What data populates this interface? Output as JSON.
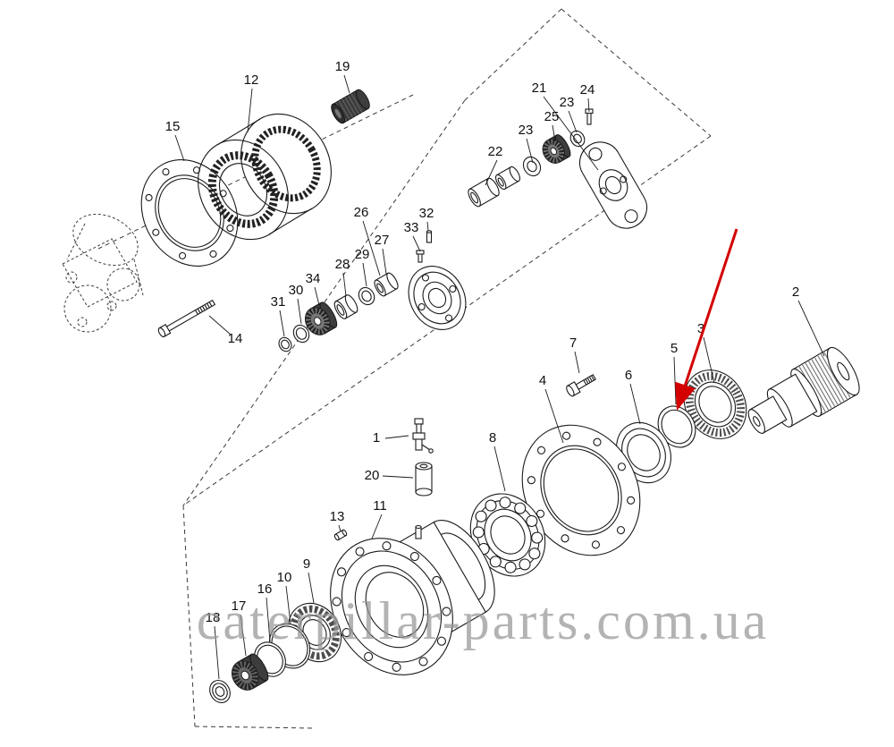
{
  "diagram": {
    "watermark": "caterpillar-parts.com.ua",
    "arrow_color": "#d40000",
    "line_color": "#1a1a1a",
    "background": "#ffffff",
    "highlighted_part": "5"
  },
  "callouts": {
    "c1": "1",
    "c2": "2",
    "c3": "3",
    "c4": "4",
    "c5": "5",
    "c6": "6",
    "c7": "7",
    "c8": "8",
    "c9": "9",
    "c10": "10",
    "c11": "11",
    "c12": "12",
    "c13": "13",
    "c14": "14",
    "c15": "15",
    "c16": "16",
    "c17": "17",
    "c18": "18",
    "c19": "19",
    "c20": "20",
    "c21": "21",
    "c22": "22",
    "c23a": "23",
    "c23b": "23",
    "c24": "24",
    "c25": "25",
    "c26": "26",
    "c27": "27",
    "c28": "28",
    "c29": "29",
    "c30": "30",
    "c31": "31",
    "c32": "32",
    "c33": "33",
    "c34": "34"
  }
}
